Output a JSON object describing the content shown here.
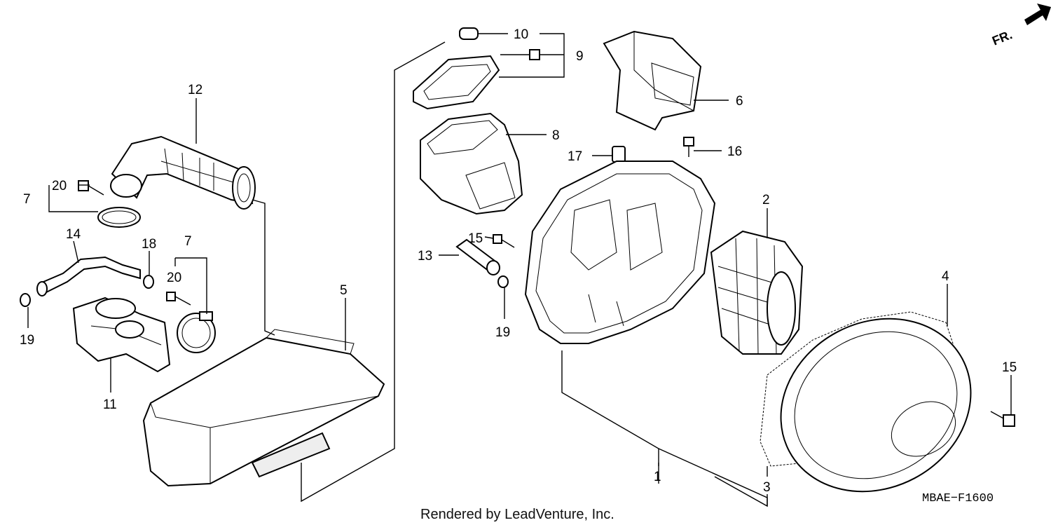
{
  "callouts": {
    "c1": "1",
    "c2": "2",
    "c3": "3",
    "c4": "4",
    "c5": "5",
    "c6": "6",
    "c7a": "7",
    "c7b": "7",
    "c8": "8",
    "c9": "9",
    "c10": "10",
    "c11": "11",
    "c12": "12",
    "c13": "13",
    "c14": "14",
    "c15a": "15",
    "c15b": "15",
    "c16": "16",
    "c17": "17",
    "c18": "18",
    "c19a": "19",
    "c19b": "19",
    "c20a": "20",
    "c20b": "20"
  },
  "direction_label": "FR.",
  "diagram_code": "MBAE−F1600",
  "footer": "Rendered by LeadVenture, Inc."
}
